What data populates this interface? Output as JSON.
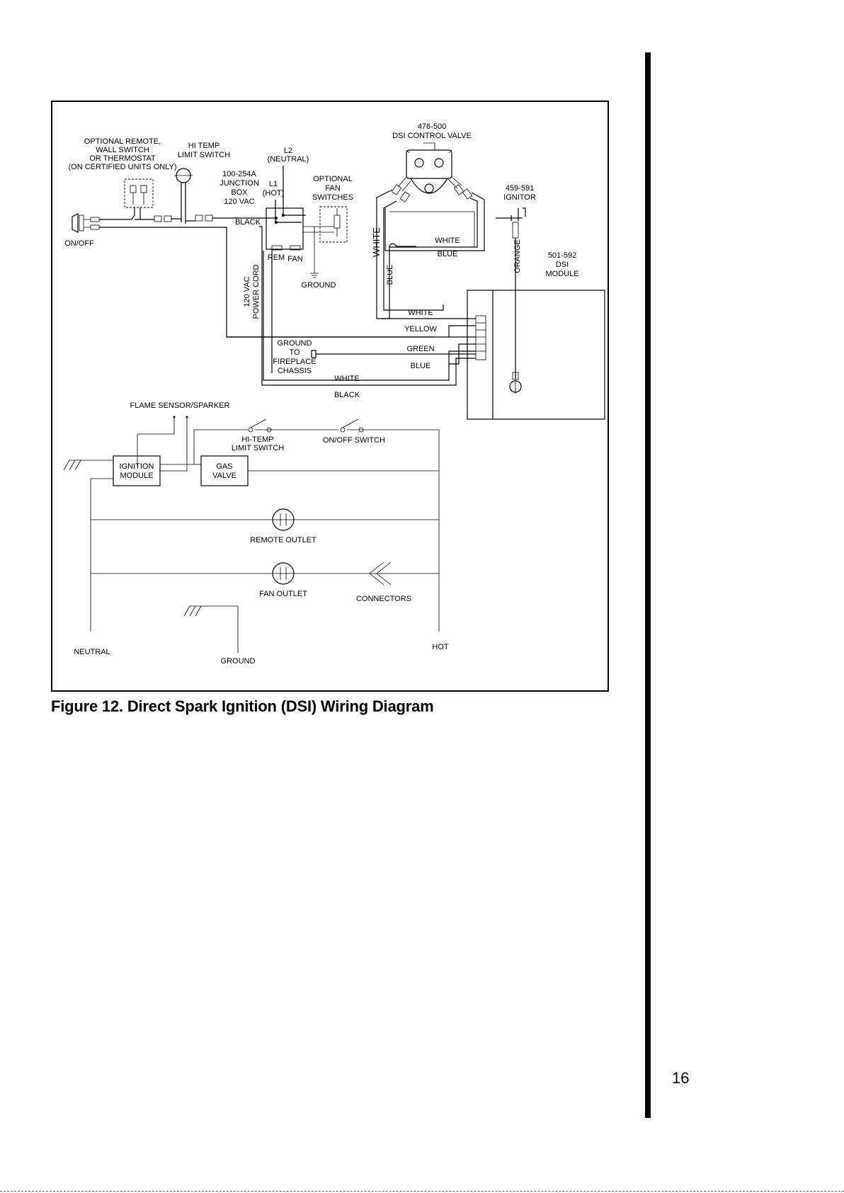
{
  "figure": {
    "caption": "Figure 12. Direct Spark Ignition (DSI) Wiring Diagram",
    "page_number": "16"
  },
  "wiring": {
    "remote_line1": "OPTIONAL REMOTE,",
    "remote_line2": "WALL SWITCH",
    "remote_line3": "OR THERMOSTAT",
    "remote_line4": "(ON CERTIFIED UNITS ONLY)",
    "hitemp_line1": "HI TEMP",
    "hitemp_line2": "LIMIT SWITCH",
    "onoff": "ON/OFF",
    "l2_line1": "L2",
    "l2_line2": "(NEUTRAL)",
    "jbox_line1": "100-254A",
    "jbox_line2": "JUNCTION",
    "jbox_line3": "BOX",
    "jbox_line4": "120 VAC",
    "l1_line1": "L1",
    "l1_line2": "(HOT)",
    "black_wire": "BLACK",
    "optfan_line1": "OPTIONAL",
    "optfan_line2": "FAN",
    "optfan_line3": "SWITCHES",
    "valve_line1": "476-500",
    "valve_line2": "DSI CONTROL VALVE",
    "ignitor_line1": "459-591",
    "ignitor_line2": "IGNITOR",
    "module_line1": "501-592",
    "module_line2": "DSI",
    "module_line3": "MODULE",
    "rem": "REM",
    "fan": "FAN",
    "ground": "GROUND",
    "cord_line1": "120 VAC",
    "cord_line2": "POWER CORD",
    "white_vertical": "WHITE",
    "blue_vertical": "BLUE",
    "orange_vertical": "ORANGE",
    "white_valve": "WHITE",
    "blue_valve": "BLUE",
    "white_mod": "WHITE",
    "yellow_mod": "YELLOW",
    "green_mod": "GREEN",
    "blue_mod": "BLUE",
    "white_bottom": "WHITE",
    "black_bottom": "BLACK",
    "chassis_line1": "GROUND",
    "chassis_line2": "TO",
    "chassis_line3": "FIREPLACE",
    "chassis_line4": "CHASSIS"
  },
  "schematic": {
    "flame_sensor": "FLAME SENSOR/SPARKER",
    "hitemp_line1": "HI-TEMP",
    "hitemp_line2": "LIMIT SWITCH",
    "onoff_switch": "ON/OFF SWITCH",
    "ignition_line1": "IGNITION",
    "ignition_line2": "MODULE",
    "gas_line1": "GAS",
    "gas_line2": "VALVE",
    "remote_outlet": "REMOTE OUTLET",
    "fan_outlet": "FAN OUTLET",
    "connectors": "CONNECTORS",
    "neutral": "NEUTRAL",
    "hot": "HOT",
    "ground": "GROUND"
  }
}
